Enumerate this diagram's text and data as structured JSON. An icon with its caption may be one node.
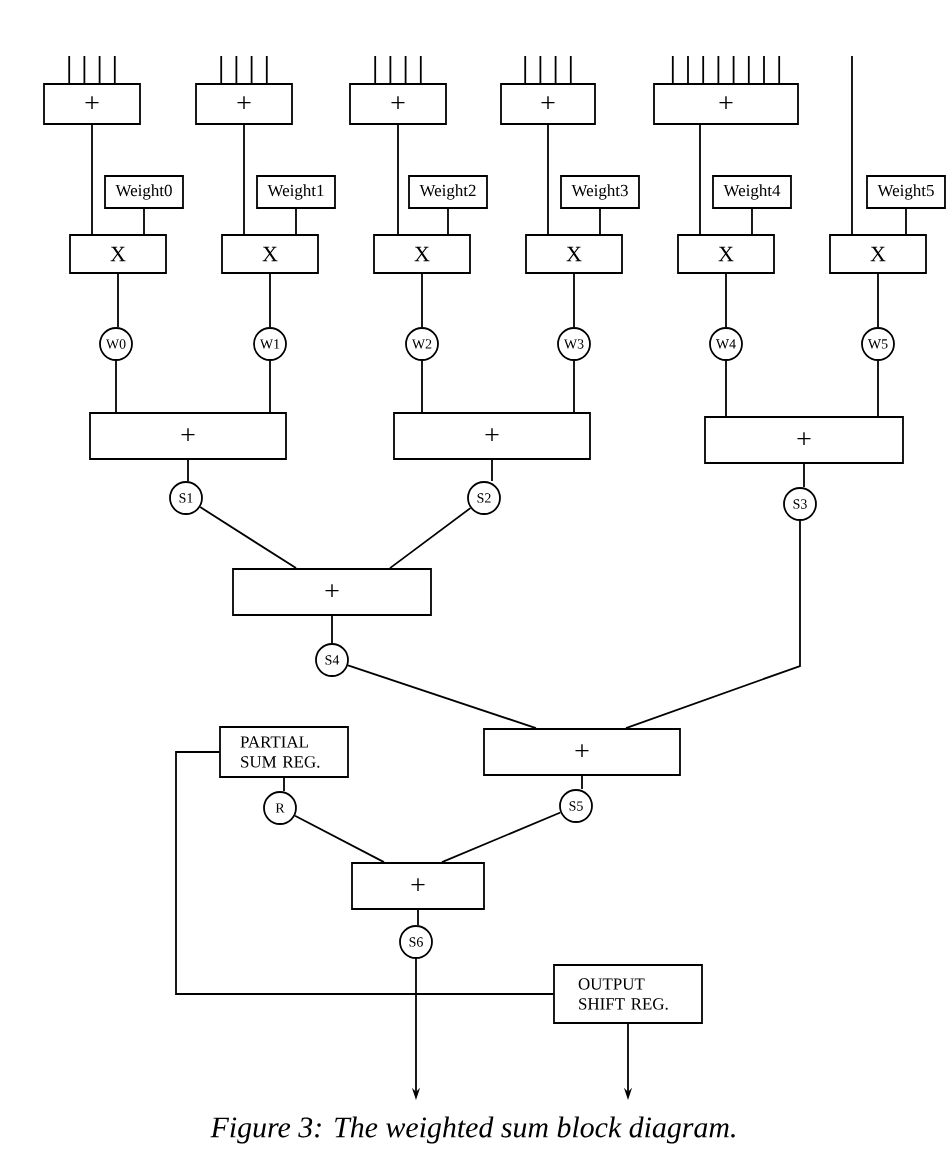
{
  "diagram": {
    "caption": "Figure 3: The weighted sum block diagram.",
    "nodes": [
      {
        "text": [
          "+"
        ]
      },
      {
        "text": [
          "+"
        ]
      },
      {
        "text": [
          "+"
        ]
      },
      {
        "text": [
          "+"
        ]
      },
      {
        "text": [
          "+"
        ]
      },
      {
        "text": [
          "Weight0"
        ]
      },
      {
        "text": [
          "Weight1"
        ]
      },
      {
        "text": [
          "Weight2"
        ]
      },
      {
        "text": [
          "Weight3"
        ]
      },
      {
        "text": [
          "Weight4"
        ]
      },
      {
        "text": [
          "Weight5"
        ]
      },
      {
        "text": [
          "X"
        ]
      },
      {
        "text": [
          "X"
        ]
      },
      {
        "text": [
          "X"
        ]
      },
      {
        "text": [
          "X"
        ]
      },
      {
        "text": [
          "X"
        ]
      },
      {
        "text": [
          "X"
        ]
      },
      {
        "text": [
          "W0"
        ]
      },
      {
        "text": [
          "W1"
        ]
      },
      {
        "text": [
          "W2"
        ]
      },
      {
        "text": [
          "W3"
        ]
      },
      {
        "text": [
          "W4"
        ]
      },
      {
        "text": [
          "W5"
        ]
      },
      {
        "text": [
          "+"
        ]
      },
      {
        "text": [
          "+"
        ]
      },
      {
        "text": [
          "+"
        ]
      },
      {
        "text": [
          "S1"
        ]
      },
      {
        "text": [
          "S2"
        ]
      },
      {
        "text": [
          "S3"
        ]
      },
      {
        "text": [
          "+"
        ]
      },
      {
        "text": [
          "S4"
        ]
      },
      {
        "text": [
          "PARTIAL SUM REG."
        ]
      },
      {
        "text": [
          "+"
        ]
      },
      {
        "text": [
          "R"
        ]
      },
      {
        "text": [
          "S5"
        ]
      },
      {
        "text": [
          "+"
        ]
      },
      {
        "text": [
          "S6"
        ]
      },
      {
        "text": [
          "OUTPUT SHIFT REG."
        ]
      }
    ],
    "edges": [
      {
        "from": null,
        "to": 0,
        "arrow": "none"
      },
      {
        "from": null,
        "to": 0,
        "arrow": "none"
      },
      {
        "from": null,
        "to": 0,
        "arrow": "none"
      },
      {
        "from": null,
        "to": 0,
        "arrow": "none"
      },
      {
        "from": null,
        "to": 1,
        "arrow": "none"
      },
      {
        "from": null,
        "to": 1,
        "arrow": "none"
      },
      {
        "from": null,
        "to": 1,
        "arrow": "none"
      },
      {
        "from": null,
        "to": 1,
        "arrow": "none"
      },
      {
        "from": null,
        "to": 2,
        "arrow": "none"
      },
      {
        "from": null,
        "to": 2,
        "arrow": "none"
      },
      {
        "from": null,
        "to": 2,
        "arrow": "none"
      },
      {
        "from": null,
        "to": 2,
        "arrow": "none"
      },
      {
        "from": null,
        "to": 3,
        "arrow": "none"
      },
      {
        "from": null,
        "to": 3,
        "arrow": "none"
      },
      {
        "from": null,
        "to": 3,
        "arrow": "none"
      },
      {
        "from": null,
        "to": 3,
        "arrow": "none"
      },
      {
        "from": null,
        "to": 4,
        "arrow": "none"
      },
      {
        "from": null,
        "to": 4,
        "arrow": "none"
      },
      {
        "from": null,
        "to": 4,
        "arrow": "none"
      },
      {
        "from": null,
        "to": 4,
        "arrow": "none"
      },
      {
        "from": null,
        "to": 4,
        "arrow": "none"
      },
      {
        "from": null,
        "to": 4,
        "arrow": "none"
      },
      {
        "from": null,
        "to": 4,
        "arrow": "none"
      },
      {
        "from": null,
        "to": 4,
        "arrow": "none"
      },
      {
        "from": null,
        "to": 16,
        "arrow": "none"
      },
      {
        "from": 0,
        "to": 11,
        "arrow": "none"
      },
      {
        "from": 1,
        "to": 12,
        "arrow": "none"
      },
      {
        "from": 2,
        "to": 13,
        "arrow": "none"
      },
      {
        "from": 3,
        "to": 14,
        "arrow": "none"
      },
      {
        "from": 4,
        "to": 15,
        "arrow": "none"
      },
      {
        "from": 5,
        "to": 11,
        "arrow": "none"
      },
      {
        "from": 6,
        "to": 12,
        "arrow": "none"
      },
      {
        "from": 7,
        "to": 13,
        "arrow": "none"
      },
      {
        "from": 8,
        "to": 14,
        "arrow": "none"
      },
      {
        "from": 9,
        "to": 15,
        "arrow": "none"
      },
      {
        "from": 10,
        "to": 16,
        "arrow": "none"
      },
      {
        "from": 11,
        "to": 17,
        "arrow": "none"
      },
      {
        "from": 12,
        "to": 18,
        "arrow": "none"
      },
      {
        "from": 13,
        "to": 19,
        "arrow": "none"
      },
      {
        "from": 14,
        "to": 20,
        "arrow": "none"
      },
      {
        "from": 15,
        "to": 21,
        "arrow": "none"
      },
      {
        "from": 16,
        "to": 22,
        "arrow": "none"
      },
      {
        "from": 17,
        "to": 23,
        "arrow": "none"
      },
      {
        "from": 18,
        "to": 23,
        "arrow": "none"
      },
      {
        "from": 19,
        "to": 24,
        "arrow": "none"
      },
      {
        "from": 20,
        "to": 24,
        "arrow": "none"
      },
      {
        "from": 21,
        "to": 25,
        "arrow": "none"
      },
      {
        "from": 22,
        "to": 25,
        "arrow": "none"
      },
      {
        "from": 23,
        "to": 26,
        "arrow": "none"
      },
      {
        "from": 24,
        "to": 27,
        "arrow": "none"
      },
      {
        "from": 25,
        "to": 28,
        "arrow": "none"
      },
      {
        "from": 26,
        "to": 29,
        "arrow": "none"
      },
      {
        "from": 27,
        "to": 29,
        "arrow": "none"
      },
      {
        "from": 29,
        "to": 30,
        "arrow": "none"
      },
      {
        "from": 30,
        "to": 32,
        "arrow": "none"
      },
      {
        "from": 28,
        "to": 32,
        "arrow": "none"
      },
      {
        "from": 31,
        "to": 33,
        "arrow": "none"
      },
      {
        "from": 32,
        "to": 34,
        "arrow": "none"
      },
      {
        "from": 33,
        "to": 35,
        "arrow": "none"
      },
      {
        "from": 34,
        "to": 35,
        "arrow": "none"
      },
      {
        "from": 35,
        "to": 36,
        "arrow": "none"
      },
      {
        "from": 36,
        "to": null,
        "arrow": "to"
      },
      {
        "from": 37,
        "to": null,
        "arrow": "to"
      },
      {
        "from": 37,
        "to": 31,
        "arrow": "none"
      }
    ]
  }
}
